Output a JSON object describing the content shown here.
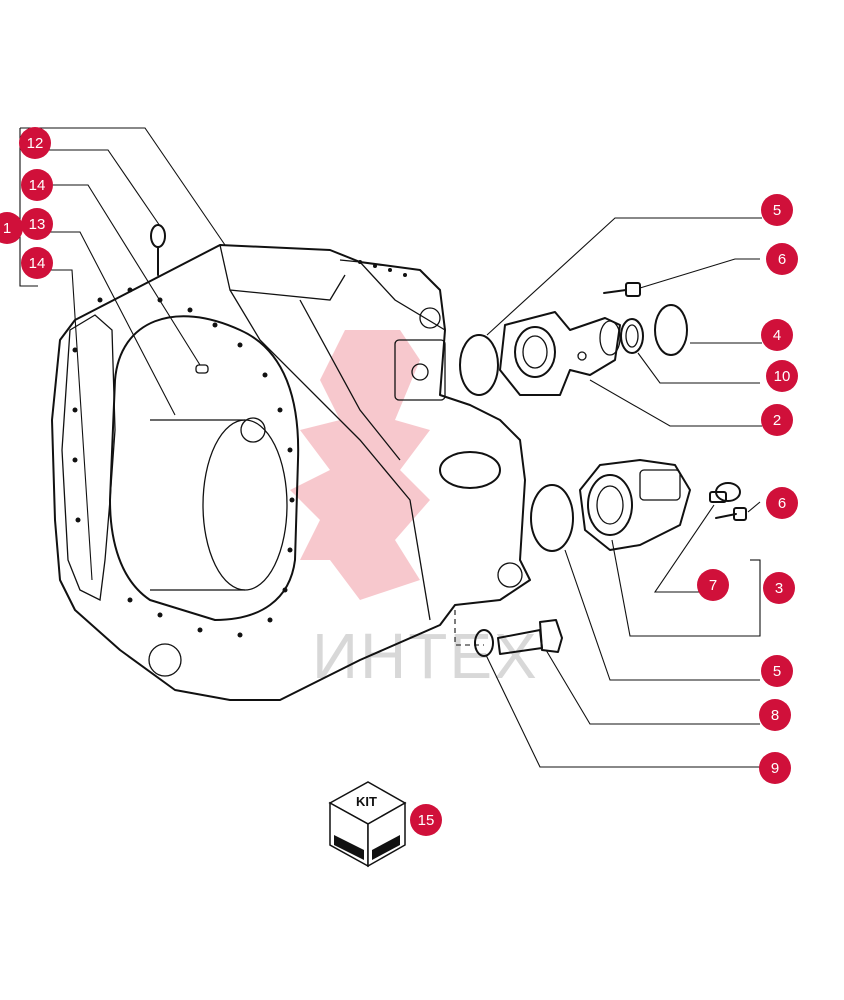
{
  "diagram": {
    "watermark_text": "ИНТЕХ",
    "kit_label": "KIT",
    "accent_color": "#d0103a",
    "callouts": {
      "c1": "1",
      "c12": "12",
      "c14a": "14",
      "c13": "13",
      "c14b": "14",
      "c5a": "5",
      "c6a": "6",
      "c4": "4",
      "c10": "10",
      "c2": "2",
      "c6b": "6",
      "c7": "7",
      "c3": "3",
      "c5b": "5",
      "c8": "8",
      "c9": "9",
      "c15": "15"
    }
  }
}
